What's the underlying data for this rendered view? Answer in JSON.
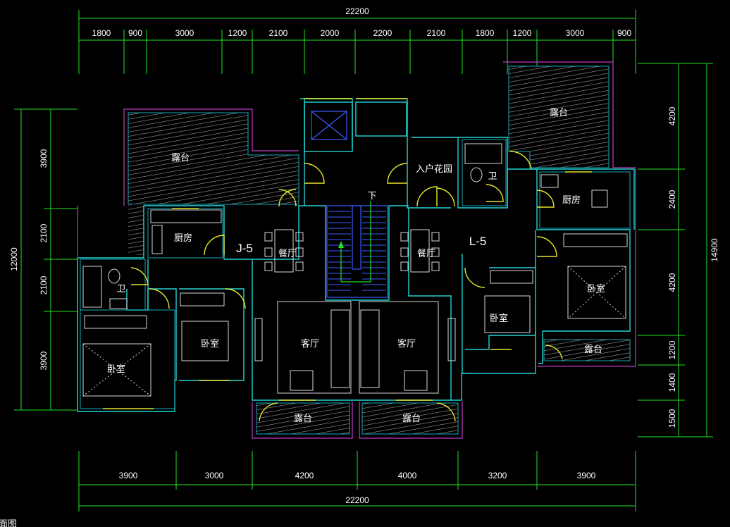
{
  "dimensions": {
    "top_total": "22200",
    "top_segments": [
      "1800",
      "900",
      "3000",
      "1200",
      "2100",
      "2000",
      "2200",
      "2100",
      "1800",
      "1200",
      "3000",
      "900"
    ],
    "bottom_segments": [
      "3900",
      "3000",
      "4200",
      "4000",
      "3200",
      "3900"
    ],
    "bottom_total": "22200",
    "left_total": "12000",
    "left_segments": [
      "3900",
      "2100",
      "2100",
      "3900"
    ],
    "right_total": "14900",
    "right_segments": [
      "4200",
      "2400",
      "4200",
      "1200",
      "1400",
      "1500"
    ]
  },
  "units": {
    "left": "J-5",
    "right": "L-5"
  },
  "rooms": {
    "balcony_top_left": "露台",
    "balcony_top_right": "露台",
    "kitchen_left": "厨房",
    "kitchen_right": "厨房",
    "dining_left": "餐厅",
    "dining_right": "餐厅",
    "bath_left": "卫",
    "bath_right": "卫",
    "entry_garden": "入户花园",
    "bedroom_left_outer": "卧室",
    "bedroom_left_inner": "卧室",
    "bedroom_right_inner": "卧室",
    "bedroom_right_outer": "卧室",
    "living_left": "客厅",
    "living_right": "客厅",
    "balcony_bottom_left": "露台",
    "balcony_bottom_right": "露台",
    "balcony_right_small": "露台"
  },
  "stair_label": "下",
  "caption": "面图",
  "colors": {
    "dimension": "#22e322",
    "wall": "#22d3d3",
    "outline": "#c03cc8",
    "door": "#e6e62a",
    "stair": "#3d5cff",
    "background": "#000000"
  }
}
